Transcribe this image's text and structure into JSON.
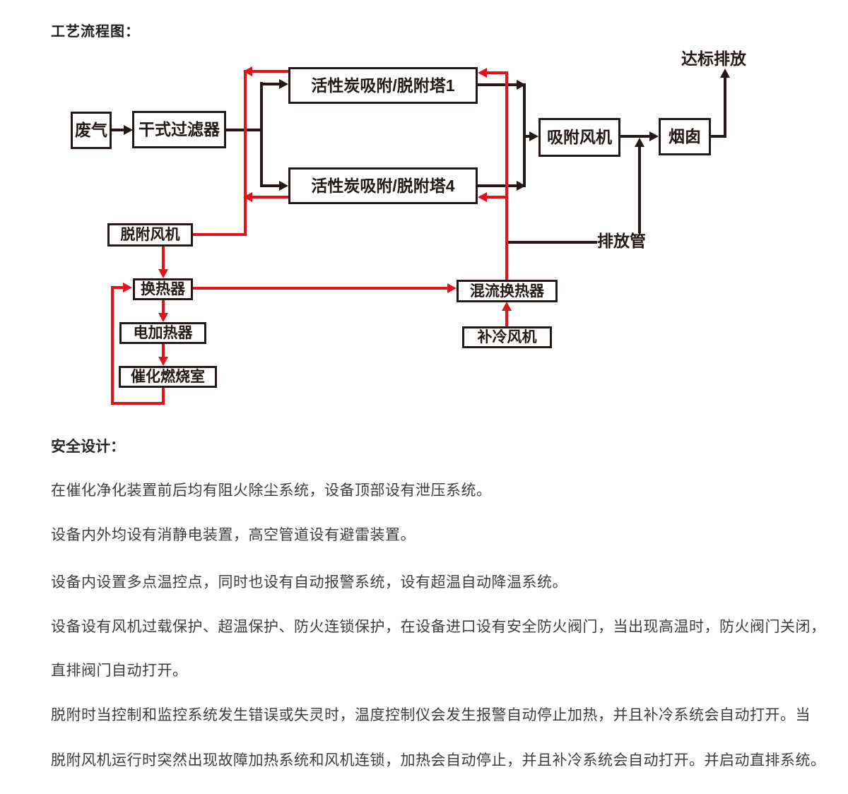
{
  "title": "工艺流程图：",
  "diagram": {
    "nodes": {
      "waste_gas": "废气",
      "dry_filter": "干式过滤器",
      "tower1": "活性炭吸附/脱附塔1",
      "tower4": "活性炭吸附/脱附塔4",
      "adsorption_fan": "吸附风机",
      "chimney": "烟囱",
      "compliant_emission": "达标排放",
      "discharge_pipe": "排放管",
      "desorption_fan": "脱附风机",
      "heat_exchanger": "换热器",
      "electric_heater": "电加热器",
      "catalytic_chamber": "催化燃烧室",
      "mixed_flow_heat_exchanger": "混流换热器",
      "cooling_fan": "补冷风机"
    },
    "colors": {
      "adsorption_line": "#231916",
      "desorption_line": "#e0151a",
      "node_border": "#231916",
      "node_background": "#ffffff"
    },
    "edges": [
      {
        "from": "废气",
        "to": "干式过滤器",
        "color": "black"
      },
      {
        "from": "干式过滤器",
        "to": "活性炭吸附/脱附塔1",
        "color": "black"
      },
      {
        "from": "干式过滤器",
        "to": "活性炭吸附/脱附塔4",
        "color": "black"
      },
      {
        "from": "活性炭吸附/脱附塔1",
        "to": "吸附风机",
        "color": "black"
      },
      {
        "from": "活性炭吸附/脱附塔4",
        "to": "吸附风机",
        "color": "black"
      },
      {
        "from": "吸附风机",
        "to": "烟囱",
        "color": "black"
      },
      {
        "from": "排放管",
        "to": "吸附风机→烟囱管道",
        "color": "black"
      },
      {
        "from": "混流换热器顶部立管",
        "to": "排放管",
        "color": "black"
      },
      {
        "from": "烟囱",
        "to": "达标排放",
        "color": "black"
      },
      {
        "from": "活性炭吸附/脱附塔1",
        "to": "脱附风机",
        "color": "red"
      },
      {
        "from": "活性炭吸附/脱附塔4",
        "to": "脱附风机",
        "color": "red"
      },
      {
        "from": "脱附风机",
        "to": "换热器",
        "color": "red"
      },
      {
        "from": "换热器",
        "to": "电加热器",
        "color": "red"
      },
      {
        "from": "电加热器",
        "to": "催化燃烧室",
        "color": "red"
      },
      {
        "from": "催化燃烧室",
        "to": "换热器",
        "color": "red"
      },
      {
        "from": "换热器",
        "to": "混流换热器",
        "color": "red"
      },
      {
        "from": "补冷风机",
        "to": "混流换热器",
        "color": "red"
      },
      {
        "from": "混流换热器",
        "to": "活性炭吸附/脱附塔1",
        "color": "red"
      },
      {
        "from": "混流换热器",
        "to": "活性炭吸附/脱附塔4",
        "color": "red"
      }
    ]
  },
  "safety": {
    "heading": "安全设计：",
    "lines": [
      "在催化净化装置前后均有阻火除尘系统，设备顶部设有泄压系统。",
      "设备内外均设有消静电装置，高空管道设有避雷装置。",
      "设备内设置多点温控点，同时也设有自动报警系统，设有超温自动降温系统。",
      "设备设有风机过载保护、超温保护、防火连锁保护，在设备进口设有安全防火阀门，当出现高温时，防火阀门关闭，",
      "直排阀门自动打开。",
      "脱附时当控制和监控系统发生错误或失灵时，温度控制仪会发生报警自动停止加热，并且补冷系统会自动打开。当",
      "脱附风机运行时突然出现故障加热系统和风机连锁，加热会自动停止，并且补冷系统会自动打开。并启动直排系统。"
    ]
  }
}
